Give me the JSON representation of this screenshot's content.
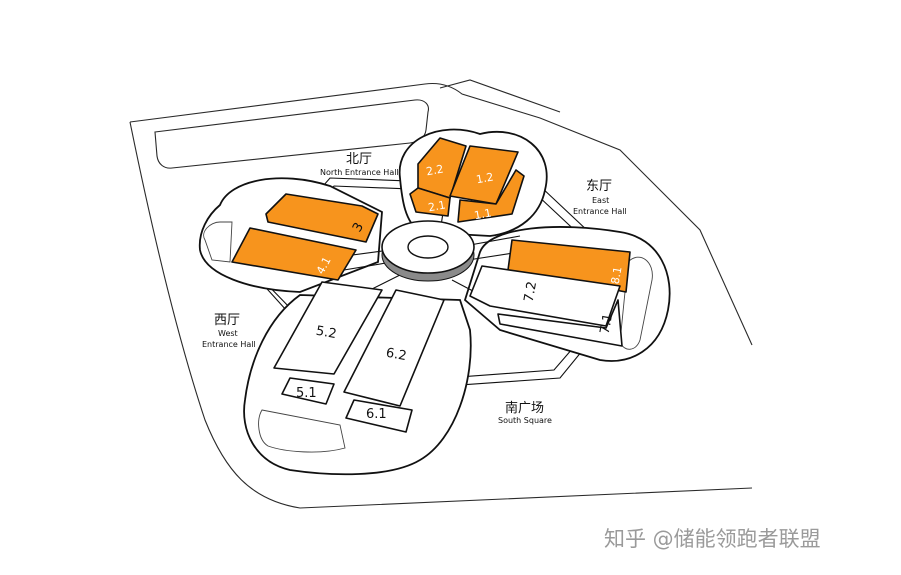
{
  "colors": {
    "hall_highlight": "#F7941D",
    "hall_plain": "#FFFFFF",
    "outline": "#111111",
    "watermark": "#9A9A9A"
  },
  "halls": {
    "h11": "1.1",
    "h12": "1.2",
    "h21": "2.1",
    "h22": "2.2",
    "h3": "3",
    "h41": "4.1",
    "h81": "8.1",
    "h72": "7.2",
    "h71": "7.1",
    "h52": "5.2",
    "h62": "6.2",
    "h51": "5.1",
    "h61": "6.1"
  },
  "entrances": {
    "north": {
      "zh": "北厅",
      "en": "North Entrance Hall"
    },
    "east": {
      "zh": "东厅",
      "en_line1": "East",
      "en_line2": "Entrance Hall"
    },
    "west": {
      "zh": "西厅",
      "en_line1": "West",
      "en_line2": "Entrance Hall"
    },
    "south": {
      "zh": "南广场",
      "en": "South Square"
    }
  },
  "watermark": "知乎 @储能领跑者联盟"
}
